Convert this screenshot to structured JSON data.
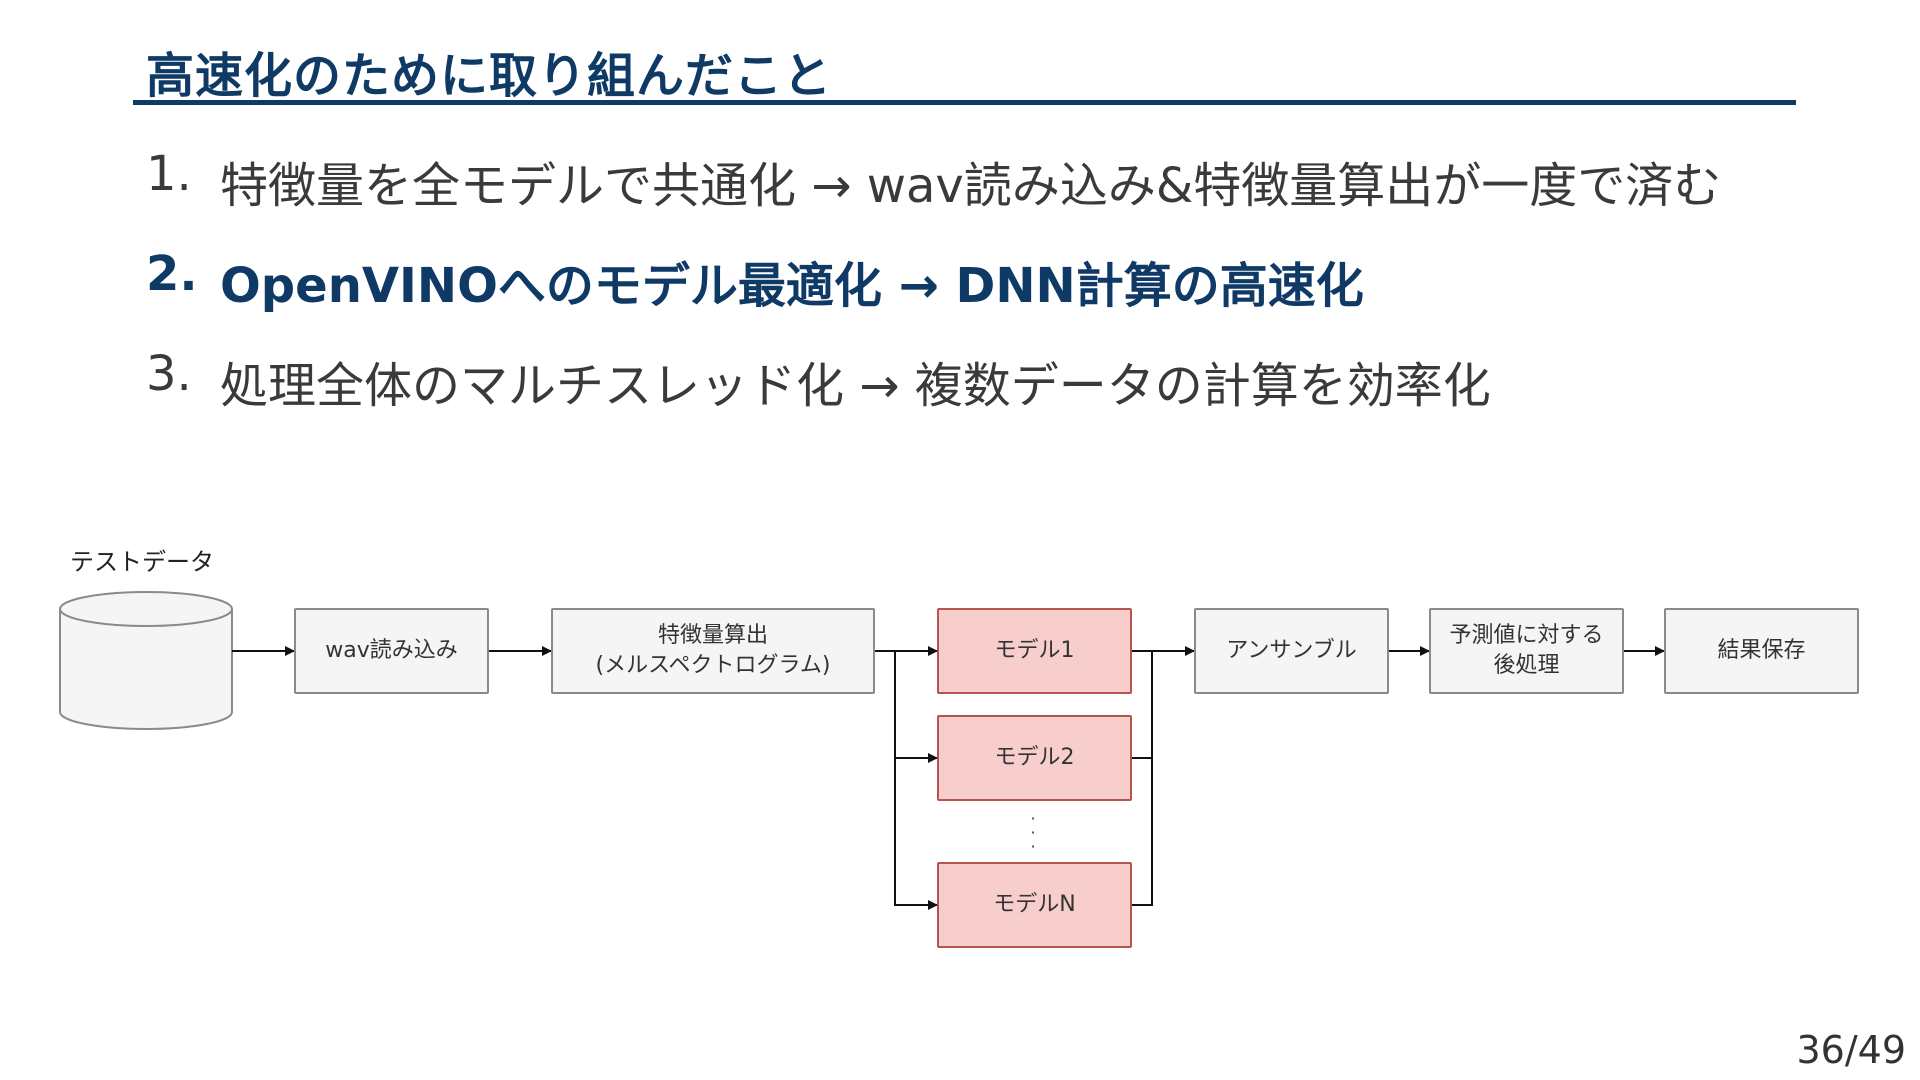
{
  "slide": {
    "title": "高速化のために取り組んだこと",
    "points": [
      {
        "num": "1.",
        "text": "特徴量を全モデルで共通化 → wav読み込み&特徴量算出が一度で済む"
      },
      {
        "num": "2.",
        "text": "OpenVINOへのモデル最適化 → DNN計算の高速化"
      },
      {
        "num": "3.",
        "text": "処理全体のマルチスレッド化 → 複数データの計算を効率化"
      }
    ],
    "page": "36/49"
  },
  "diagram": {
    "db_label": "テストデータ",
    "wav_read": "wav読み込み",
    "feature_line1": "特徴量算出",
    "feature_line2": "(メルスペクトログラム)",
    "models": [
      "モデル1",
      "モデル2",
      "モデルN"
    ],
    "ensemble": "アンサンブル",
    "postprocess_line1": "予測値に対する",
    "postprocess_line2": "後処理",
    "save": "結果保存"
  },
  "colors": {
    "title": "#0f3a66",
    "model_fill": "#f8cecc",
    "model_border": "#b85450",
    "box_fill": "#f5f5f5"
  }
}
